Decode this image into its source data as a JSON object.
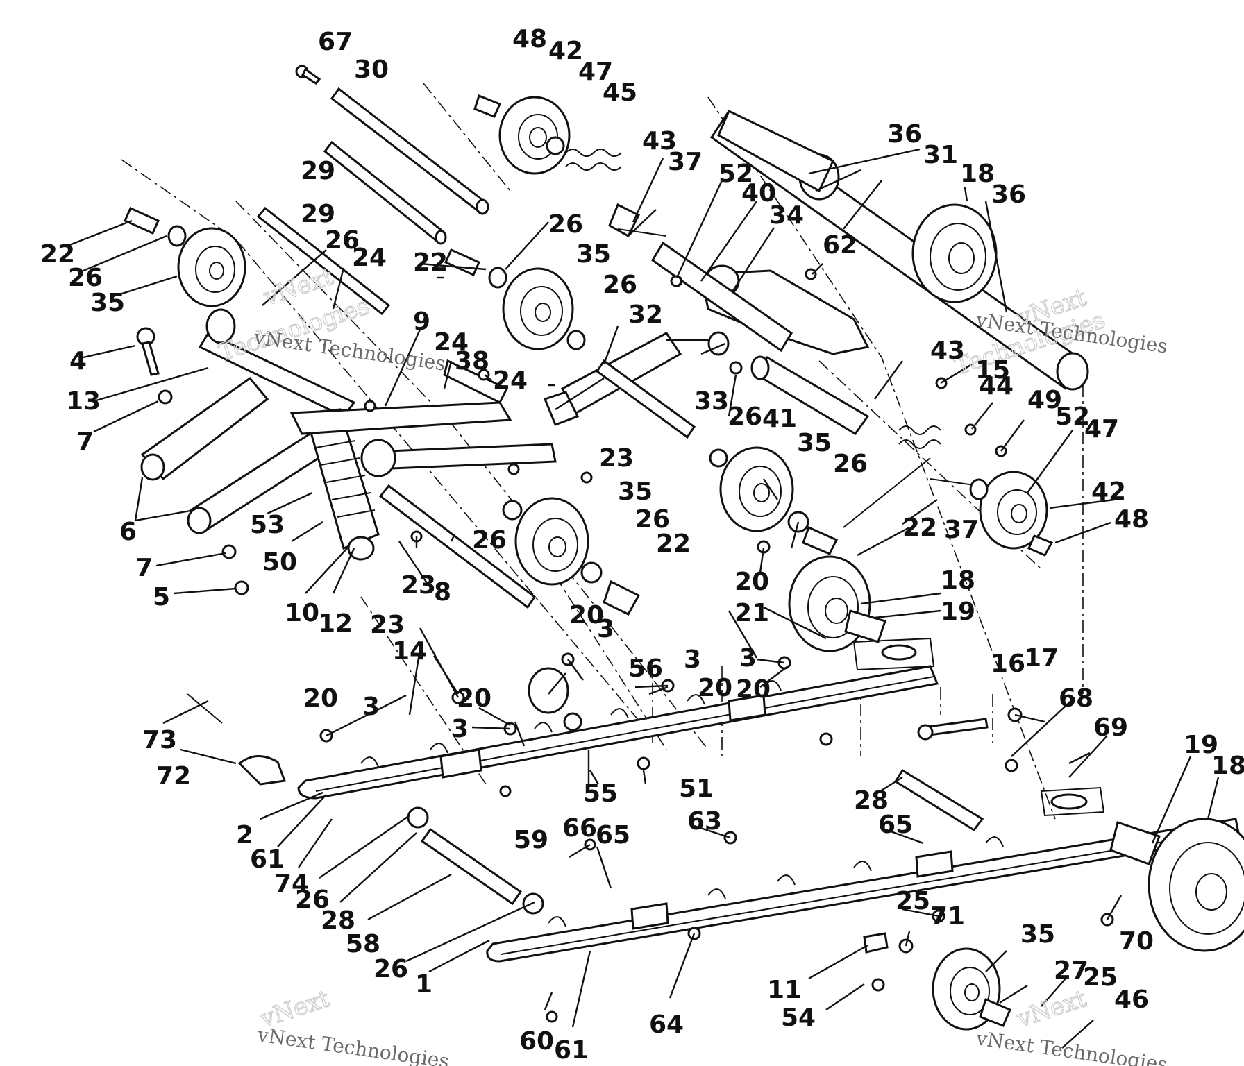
{
  "diagram": {
    "labels": [
      "67",
      "30",
      "48",
      "42",
      "47",
      "45",
      "43",
      "37",
      "36",
      "31",
      "18",
      "36",
      "29",
      "29",
      "22",
      "26",
      "35",
      "26",
      "24",
      "26",
      "22",
      "35",
      "26",
      "52",
      "40",
      "34",
      "62",
      "4",
      "13",
      "7",
      "9",
      "24",
      "38",
      "24",
      "32",
      "33",
      "26",
      "41",
      "35",
      "26",
      "43",
      "15",
      "44",
      "49",
      "52",
      "47",
      "6",
      "53",
      "7",
      "50",
      "5",
      "10",
      "12",
      "23",
      "23",
      "8",
      "26",
      "35",
      "26",
      "22",
      "23",
      "20",
      "3",
      "14",
      "56",
      "3",
      "20",
      "3",
      "20",
      "20",
      "21",
      "18",
      "19",
      "22",
      "37",
      "42",
      "48",
      "16",
      "17",
      "68",
      "69",
      "19",
      "18",
      "73",
      "72",
      "2",
      "61",
      "74",
      "20",
      "3",
      "20",
      "3",
      "26",
      "28",
      "58",
      "26",
      "1",
      "55",
      "51",
      "63",
      "65",
      "59",
      "66",
      "65",
      "28",
      "25",
      "71",
      "35",
      "27",
      "25",
      "11",
      "54",
      "64",
      "60",
      "61",
      "70",
      "46"
    ],
    "watermark": {
      "line1": "vNext",
      "line2": "Technologies",
      "line3": "vNext Technologies"
    }
  }
}
